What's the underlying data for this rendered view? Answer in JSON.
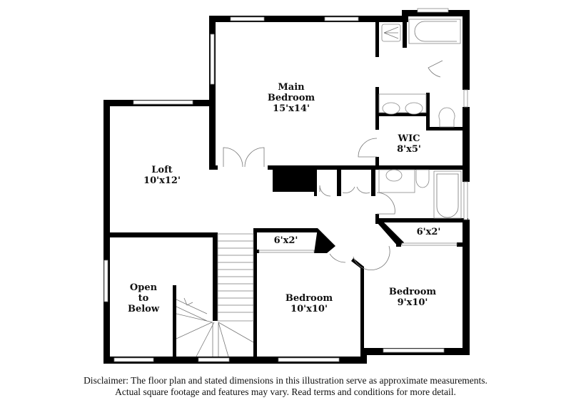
{
  "floorplan": {
    "rooms": [
      {
        "id": "main-bedroom",
        "name_lines": [
          "Main",
          "Bedroom"
        ],
        "dimensions": "15'x14'"
      },
      {
        "id": "wic",
        "name_lines": [
          "WIC"
        ],
        "dimensions": "8'x5'"
      },
      {
        "id": "loft",
        "name_lines": [
          "Loft"
        ],
        "dimensions": "10'x12'"
      },
      {
        "id": "open-to-below",
        "name_lines": [
          "Open",
          "to",
          "Below"
        ],
        "dimensions": ""
      },
      {
        "id": "bedroom-2",
        "name_lines": [
          "Bedroom"
        ],
        "dimensions": "10'x10'"
      },
      {
        "id": "bedroom-3",
        "name_lines": [
          "Bedroom"
        ],
        "dimensions": "9'x10'"
      },
      {
        "id": "closet-2",
        "name_lines": [],
        "dimensions": "6'x2'"
      },
      {
        "id": "closet-3",
        "name_lines": [],
        "dimensions": "6'x2'"
      }
    ]
  },
  "disclaimer": {
    "line1": "Disclaimer: The floor plan and stated dimensions in this illustration serve as approximate measurements.",
    "line2": "Actual square footage and features may vary. Read terms and conditions for more detail."
  }
}
